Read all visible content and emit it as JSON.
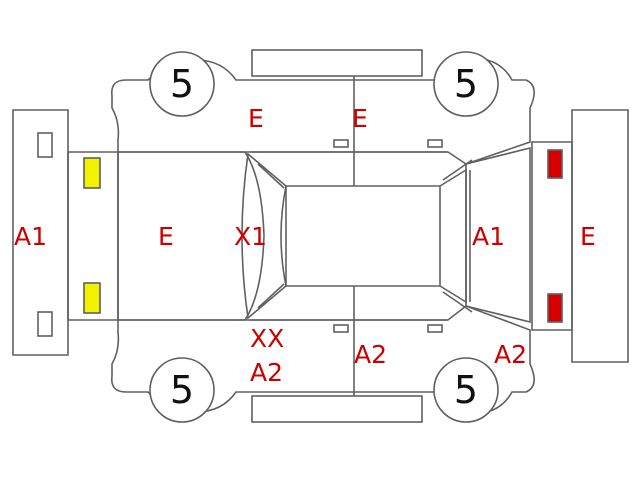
{
  "colors": {
    "outline": "#606060",
    "label": "#cc0000",
    "tire_number": "#111111",
    "lamp_front": "#f2f200",
    "lamp_rear": "#d50000"
  },
  "tires": {
    "front_left": "5",
    "rear_left": "5",
    "front_right": "5",
    "rear_right": "5"
  },
  "damage": {
    "front_bumper": "A1",
    "hood": "E",
    "windshield": "X1",
    "left_front_door": "E",
    "left_rear_door": "E",
    "right_front_door_line1": "XX",
    "right_front_door_line2": "A2",
    "right_rear_door": "A2",
    "rear_window": "A1",
    "rear_bumper": "E",
    "right_quarter": "A2"
  }
}
